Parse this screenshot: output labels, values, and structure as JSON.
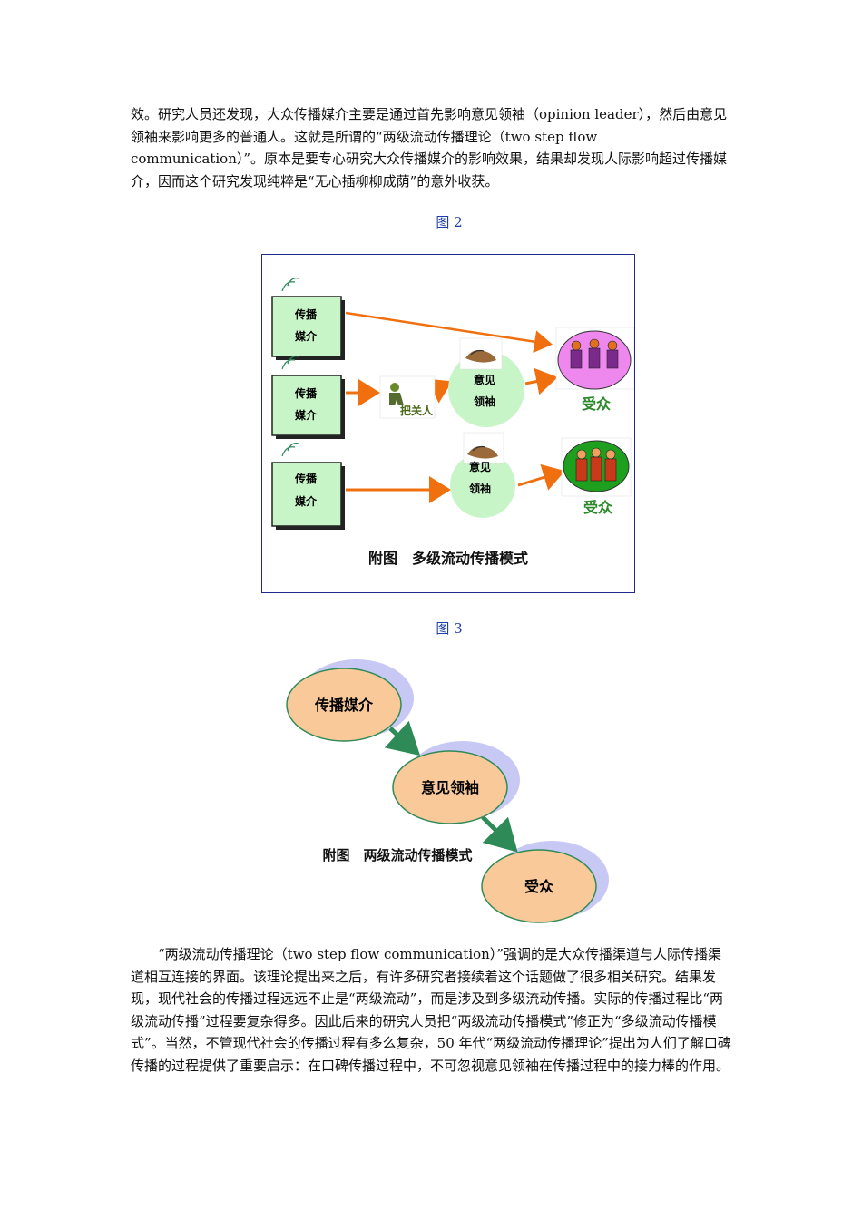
{
  "para1": "效。研究人员还发现，大众传播媒介主要是通过首先影响意见领袖（opinion leader），然后由意见领袖来影响更多的普通人。这就是所谓的“两级流动传播理论（two step flow communication）”。原本是要专心研究大众传播媒介的影响效果，结果却发现人际影响超过传播媒介，因而这个研究发现纯粹是“无心插柳柳成荫”的意外收获。",
  "fig2_caption": "图 2",
  "fig2": {
    "media_top": "传播",
    "media_bottom": "媒介",
    "gatekeeper": "把关人",
    "leader_top": "意见",
    "leader_bottom": "领袖",
    "audience": "受众",
    "title": "附图　多级流动传播模式"
  },
  "fig3_caption": "图 3",
  "fig3": {
    "media": "传播媒介",
    "leader": "意见领袖",
    "audience": "受众",
    "title": "附图　两级流动传播模式"
  },
  "para2": "“两级流动传播理论（two step flow communication）”强调的是大众传播渠道与人际传播渠道相互连接的界面。该理论提出来之后，有许多研究者接续着这个话题做了很多相关研究。结果发现，现代社会的传播过程远远不止是“两级流动”，而是涉及到多级流动传播。实际的传播过程比“两级流动传播”过程要复杂得多。因此后来的研究人员把“两级流动传播模式”修正为“多级流动传播模式”。当然，不管现代社会的传播过程有多么复杂，50 年代“两级流动传播理论”提出为人们了解口碑传播的过程提供了重要启示：在口碑传播过程中，不可忽视意见领袖在传播过程中的接力棒的作用。",
  "colors": {
    "caption_blue": "#1f3fa8",
    "media_box": "#c8f5c8",
    "leader_circle": "#c8f5c8",
    "arrow_orange": "#f08020",
    "fig3_oval": "#f9c99a",
    "fig3_shadow": "#c8c8f5",
    "fig3_arrow": "#2e8b57"
  }
}
